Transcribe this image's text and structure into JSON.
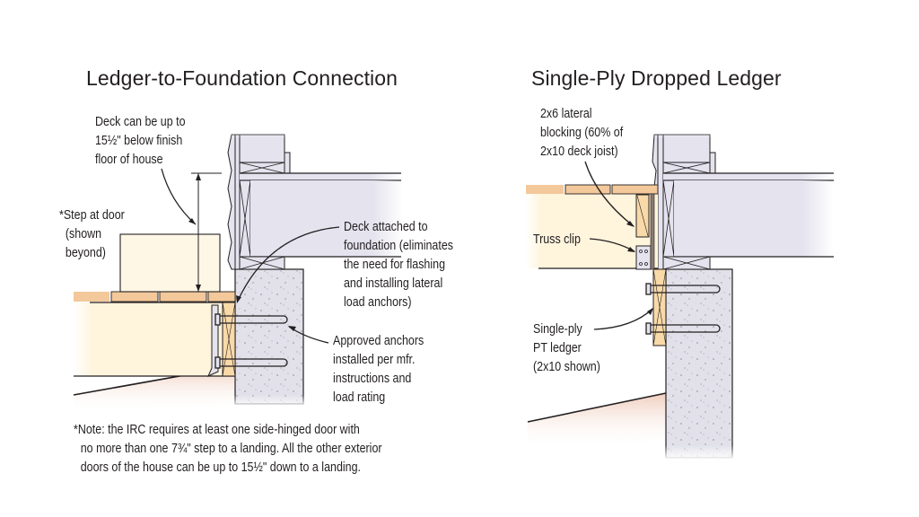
{
  "colors": {
    "wood": "#f3c89a",
    "deck_fill": "#fff4dc",
    "framing": "#e4e3ee",
    "concrete": "#e2e1ea",
    "ledger": "#f8d9a8",
    "ink": "#231f20",
    "soil": "#f1d5c8"
  },
  "left_panel": {
    "title": "Ledger-to-Foundation Connection",
    "callouts": {
      "deck_height": [
        "Deck can be up to",
        "15½\" below finish",
        "floor of house"
      ],
      "step": [
        "*Step at door",
        "(shown",
        "beyond)"
      ],
      "attached": [
        "Deck attached to",
        "foundation (eliminates",
        "the need for flashing",
        "and installing lateral",
        "load anchors)"
      ],
      "anchors": [
        "Approved anchors",
        "installed per mfr.",
        "instructions and",
        "load rating"
      ]
    },
    "note": [
      "*Note: the IRC requires at least one side-hinged door with",
      "no more than one 7¾\" step to a landing. All the other exterior",
      "doors of the house can be up to 15½\" down to a landing."
    ]
  },
  "right_panel": {
    "title": "Single-Ply Dropped Ledger",
    "callouts": {
      "blocking": [
        "2x6 lateral",
        "blocking (60% of",
        "2x10 deck joist)"
      ],
      "truss_clip": [
        "Truss clip"
      ],
      "ledger": [
        "Single-ply",
        "PT ledger",
        "(2x10 shown)"
      ]
    }
  }
}
